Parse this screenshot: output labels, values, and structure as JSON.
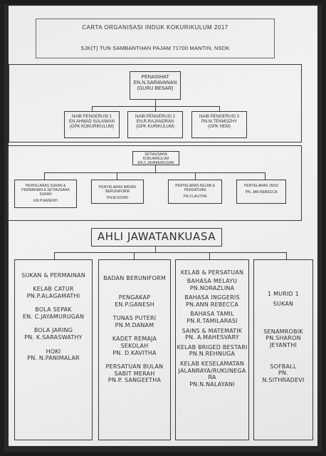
{
  "header": {
    "title": "CARTA ORGANISASI INDUK KOKURIKULUM 2017",
    "school": "SJK(T) TUN SAMBANTHAN PAJAM 71700 MANTIN, NSDK"
  },
  "top_tier": {
    "advisor": [
      "PENASIHAT",
      "EN.N.SARAVANAN",
      "(GURU BESAR)"
    ],
    "deputies": [
      [
        "NAIB PENGERUSI 1",
        "EN.AHMAD SULAIMAN",
        "(GPK KOKURIKULUM)"
      ],
      [
        "NAIB PENGERUSI 2",
        "EN.R.RAJANDRAN",
        "(GPK KURIKULUM)"
      ],
      [
        "NAIB PENGERUSI 3",
        "PN.M.TENMOZHY",
        "(GPK HEM)"
      ]
    ]
  },
  "second_tier": {
    "secretary": [
      "SETIAUSAHA KOKURIKULUM",
      "EN.C.JAYAMURUGAN"
    ],
    "coordinators": [
      [
        "PENYELARAS SUKAN & PERMAINAN & SETIAUSAHA SUKAN",
        "EN.P.GANESH"
      ],
      [
        "PENYELARAS BADAN BERUNIFORM",
        "PN.M.GOUBI"
      ],
      [
        "PENYELARAS KELAB & PERSATUAN",
        "PN.V.LALITHA"
      ],
      [
        "PENYELARAS 1M1S",
        "PN. JAN REBECCA"
      ]
    ]
  },
  "committee_title": "AHLI JAWATANKUASA",
  "columns": [
    {
      "head": "SUKAN & PERMAINAN",
      "items": [
        "KELAB CATUR",
        "PN.P.ALAGAMATHI",
        "",
        "BOLA SEPAK",
        "EN. C.JAYAMURUGAN",
        "",
        "BOLA JARING",
        "PN. K.SARASWATHY",
        "",
        "HOKI",
        "PN. N.PANIMALAR"
      ]
    },
    {
      "head": "BADAN BERUNIFORM",
      "items": [
        "PENGAKAP",
        "EN.P.GANESH",
        "",
        "TUNAS PUTERI",
        "PN.M.DANAM",
        "",
        "KADET REMAJA SEKOLAH",
        "PN. D.KAVITHA",
        "",
        "PERSATUAN BULAN SABIT MERAH",
        "PN.P. SANGEETHA"
      ]
    },
    {
      "head": "KELAB & PERSATUAN",
      "items": [
        "BAHASA MELAYU",
        "PN.NORAZLINA",
        "BAHASA INGGERIS",
        "PN.ANN REBECCA",
        "BAHASA TAMIL",
        "PN.R.TAMILARASI",
        "SAINS & MATEMATIK",
        "PN. A.MAHESVARY",
        "KELAB BRIGED BESTARI",
        "PN.N.REHNUGA",
        "KELAB KESELAMATAN JALANRAYA/RUKUNEGA RA",
        "PN.N.NALAYANI"
      ]
    },
    {
      "head": "1 MURID 1 SUKAN",
      "items": [
        "SENAMROBIK",
        "PN.SHARON JEYANTHI",
        "",
        "SOFBALL",
        "PN. N.SITHRADEVI"
      ]
    }
  ]
}
